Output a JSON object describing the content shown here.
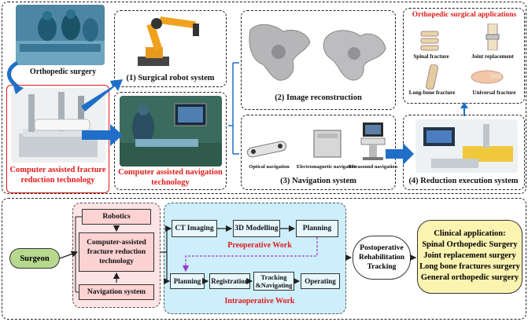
{
  "top": {
    "orthopedic_surgery": "Orthopedic surgery",
    "cafrt": "Computer assisted fracture reduction technology",
    "robot_system": "(1) Surgical robot system",
    "can_tech": "Computer assisted navigation technology",
    "image_recon": "(2) Image reconstruction",
    "nav_system": "(3) Navigation system",
    "optical": "Optical navigation",
    "electromagnetic": "Electromagnetic navigation",
    "ultrasound": "Ultrasound navigation",
    "applications_title": "Orthopedic surgical applications",
    "spinal": "Spinal fracture",
    "joint": "Joint replacement",
    "longbone": "Long-bone fracture",
    "universal": "Universal fracture",
    "reduction": "(4) Reduction execution system"
  },
  "bottom": {
    "surgeon": "Surgeon",
    "robotics": "Robotics",
    "cafrt": "Computer-assisted fracture reduction technology",
    "navsys": "Navigation system",
    "ct": "CT Imaging",
    "modelling": "3D Modelling",
    "planning1": "Planning",
    "preop": "Preoperative Work",
    "planning2": "Planning",
    "registration": "Registration",
    "tracking": "Tracking &Navigating",
    "operating": "Operating",
    "intraop": "Intraoperative Work",
    "postop": "Postoperative Rehabilitation Tracking",
    "clinical_title": "Clinical application:",
    "clinical_1": "Spinal Orthopedic Surgery",
    "clinical_2": "Joint replacement surgery",
    "clinical_3": "Long bone fractures surgery",
    "clinical_4": "General orthopedic surgery"
  },
  "colors": {
    "accent_red": "#e01b1b",
    "arrow_blue": "#1f6fc9",
    "pink_fill": "#fce4e4",
    "cyan_fill": "#cdeefb",
    "green_fill": "#b6d98e",
    "yellow_fill": "#fbf3b0"
  }
}
